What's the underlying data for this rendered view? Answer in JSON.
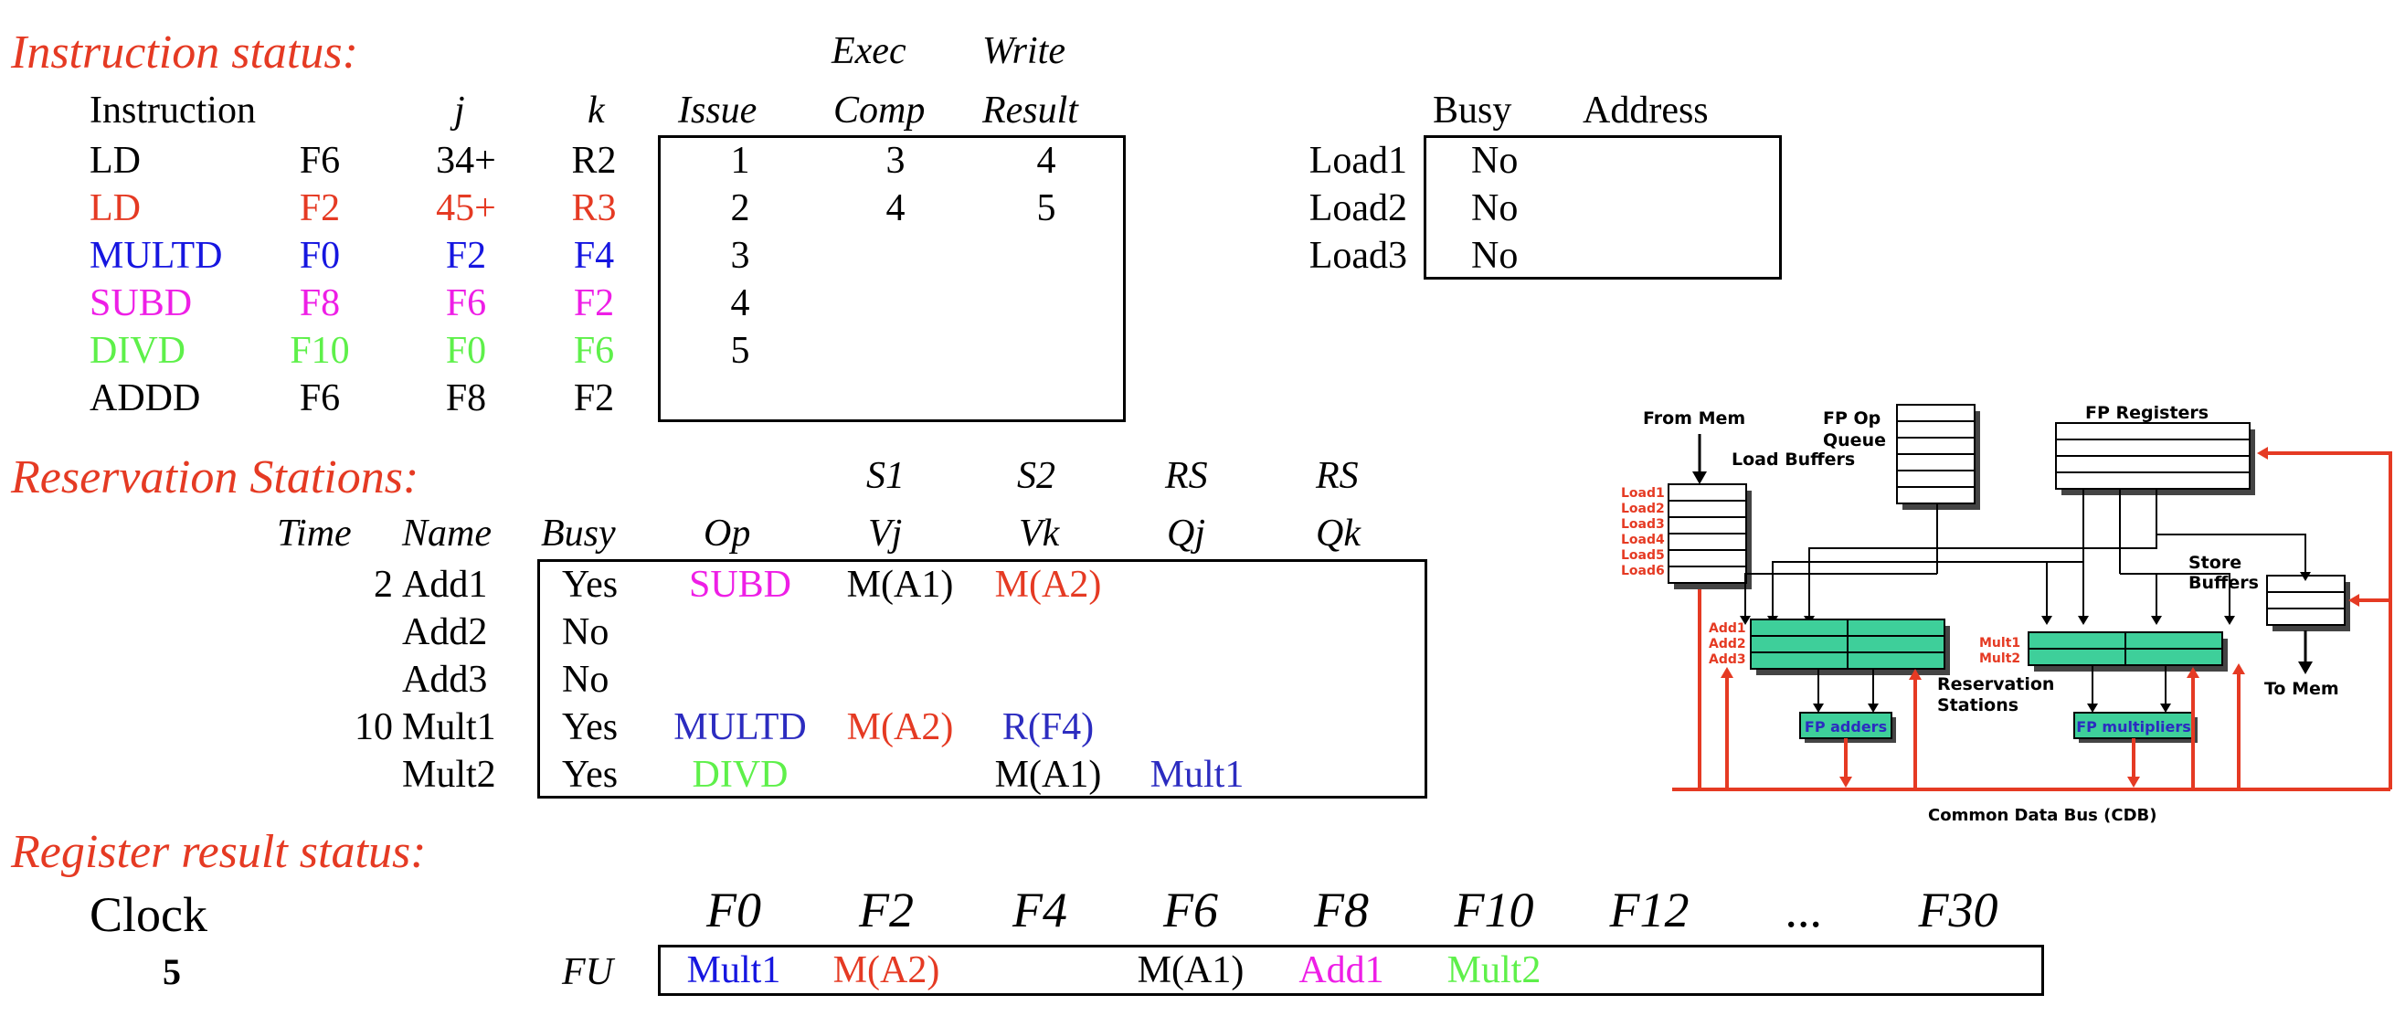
{
  "colors": {
    "red": "#e53a23",
    "blue": "#1616e0",
    "magenta": "#ee1ee6",
    "green": "#5ef04a",
    "dark_blue": "#2c2cc0",
    "rs_fill": "#3ecf9a",
    "bus": "#e53a23"
  },
  "instruction_status": {
    "title": "Instruction status:",
    "headers": {
      "instruction": "Instruction",
      "j": "j",
      "k": "k",
      "issue": "Issue",
      "exec_top": "Exec",
      "exec_bottom": "Comp",
      "write_top": "Write",
      "write_bottom": "Result"
    },
    "rows": [
      {
        "op": "LD",
        "dest": "F6",
        "j": "34+",
        "k": "R2",
        "issue": "1",
        "exec": "3",
        "write": "4"
      },
      {
        "op": "LD",
        "dest": "F2",
        "j": "45+",
        "k": "R3",
        "issue": "2",
        "exec": "4",
        "write": "5"
      },
      {
        "op": "MULTD",
        "dest": "F0",
        "j": "F2",
        "k": "F4",
        "issue": "3",
        "exec": "",
        "write": ""
      },
      {
        "op": "SUBD",
        "dest": "F8",
        "j": "F6",
        "k": "F2",
        "issue": "4",
        "exec": "",
        "write": ""
      },
      {
        "op": "DIVD",
        "dest": "F10",
        "j": "F0",
        "k": "F6",
        "issue": "5",
        "exec": "",
        "write": ""
      },
      {
        "op": "ADDD",
        "dest": "F6",
        "j": "F8",
        "k": "F2",
        "issue": "",
        "exec": "",
        "write": ""
      }
    ]
  },
  "load_buffers": {
    "headers": {
      "busy": "Busy",
      "address": "Address"
    },
    "rows": [
      {
        "name": "Load1",
        "busy": "No",
        "address": ""
      },
      {
        "name": "Load2",
        "busy": "No",
        "address": ""
      },
      {
        "name": "Load3",
        "busy": "No",
        "address": ""
      }
    ]
  },
  "reservation_stations": {
    "title": "Reservation Stations:",
    "headers": {
      "time": "Time",
      "name": "Name",
      "busy": "Busy",
      "op": "Op",
      "s1_top": "S1",
      "vj": "Vj",
      "s2_top": "S2",
      "vk": "Vk",
      "rs_top_1": "RS",
      "qj": "Qj",
      "rs_top_2": "RS",
      "qk": "Qk"
    },
    "rows": [
      {
        "time": "2",
        "name": "Add1",
        "busy": "Yes",
        "op": "SUBD",
        "vj": "M(A1)",
        "vk": "M(A2)",
        "qj": "",
        "qk": ""
      },
      {
        "time": "",
        "name": "Add2",
        "busy": "No",
        "op": "",
        "vj": "",
        "vk": "",
        "qj": "",
        "qk": ""
      },
      {
        "time": "",
        "name": "Add3",
        "busy": "No",
        "op": "",
        "vj": "",
        "vk": "",
        "qj": "",
        "qk": ""
      },
      {
        "time": "10",
        "name": "Mult1",
        "busy": "Yes",
        "op": "MULTD",
        "vj": "M(A2)",
        "vk": "R(F4)",
        "qj": "",
        "qk": ""
      },
      {
        "time": "",
        "name": "Mult2",
        "busy": "Yes",
        "op": "DIVD",
        "vj": "",
        "vk": "M(A1)",
        "qj": "Mult1",
        "qk": ""
      }
    ]
  },
  "register_status": {
    "title": "Register result status:",
    "clock_label": "Clock",
    "clock_value": "5",
    "fu_label": "FU",
    "registers": [
      "F0",
      "F2",
      "F4",
      "F6",
      "F8",
      "F10",
      "F12",
      "...",
      "F30"
    ],
    "values": [
      "Mult1",
      "M(A2)",
      "",
      "M(A1)",
      "Add1",
      "Mult2",
      "",
      "",
      ""
    ]
  },
  "diagram": {
    "from_mem": "From Mem",
    "fp_op_queue_1": "FP Op",
    "fp_op_queue_2": "Queue",
    "load_buffers": "Load Buffers",
    "fp_registers": "FP Registers",
    "load_labels": [
      "Load1",
      "Load2",
      "Load3",
      "Load4",
      "Load5",
      "Load6"
    ],
    "store_buffers_1": "Store",
    "store_buffers_2": "Buffers",
    "add_labels": [
      "Add1",
      "Add2",
      "Add3"
    ],
    "mult_labels": [
      "Mult1",
      "Mult2"
    ],
    "reservation_1": "Reservation",
    "reservation_2": "Stations",
    "to_mem": "To Mem",
    "fp_adders": "FP adders",
    "fp_multipliers": "FP multipliers",
    "cdb": "Common Data Bus (CDB)"
  }
}
